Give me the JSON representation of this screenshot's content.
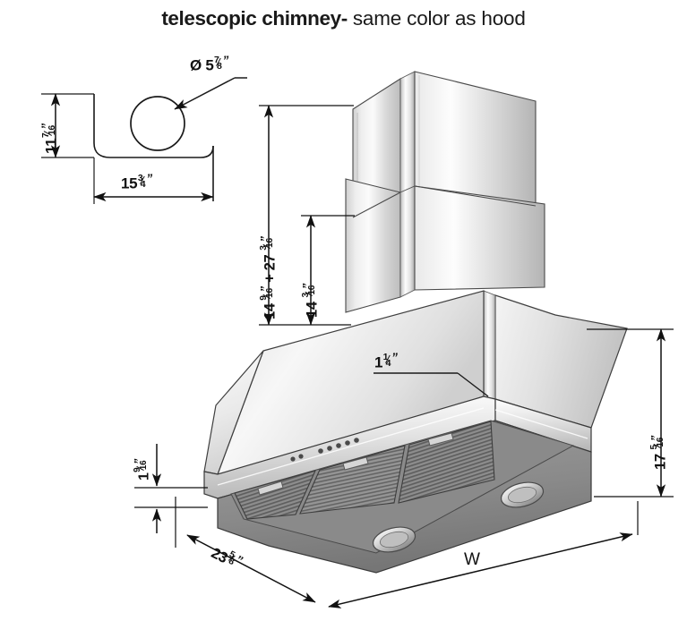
{
  "title": {
    "bold": "telescopic chimney-",
    "light": " same color as hood"
  },
  "top_view": {
    "height_label": "11",
    "height_frac_num": "7",
    "height_frac_den": "16",
    "diameter_label": "Ø 5",
    "diameter_frac_num": "7",
    "diameter_frac_den": "8",
    "width_label": "15",
    "width_frac_num": "3",
    "width_frac_den": "4"
  },
  "dimensions": {
    "chimney_total_a": "14",
    "chimney_total_a_num": "9",
    "chimney_total_a_den": "16",
    "chimney_total_plus": "\" + 27 ",
    "chimney_total_b_num": "3",
    "chimney_total_b_den": "16",
    "chimney_lower": "14 ",
    "chimney_lower_num": "3",
    "chimney_lower_den": "16",
    "canopy_height": "17 ",
    "canopy_height_num": "5",
    "canopy_height_den": "16",
    "rim_height": "1",
    "rim_height_num": "9",
    "rim_height_den": "16",
    "thickness": "1",
    "thickness_num": "1",
    "thickness_den": "4",
    "depth": "23",
    "depth_num": "5",
    "depth_den": "8",
    "width_symbol": "W"
  },
  "colors": {
    "line": "#1a1a1a",
    "metal_light": "#f2f2f2",
    "metal_mid": "#d8d8d8",
    "metal_dark": "#9a9a9a",
    "filter_dark": "#6e6e6e",
    "background": "#ffffff"
  },
  "product": {
    "control_panel_name": "control-panel",
    "filter_count": 3,
    "light_count": 2
  }
}
